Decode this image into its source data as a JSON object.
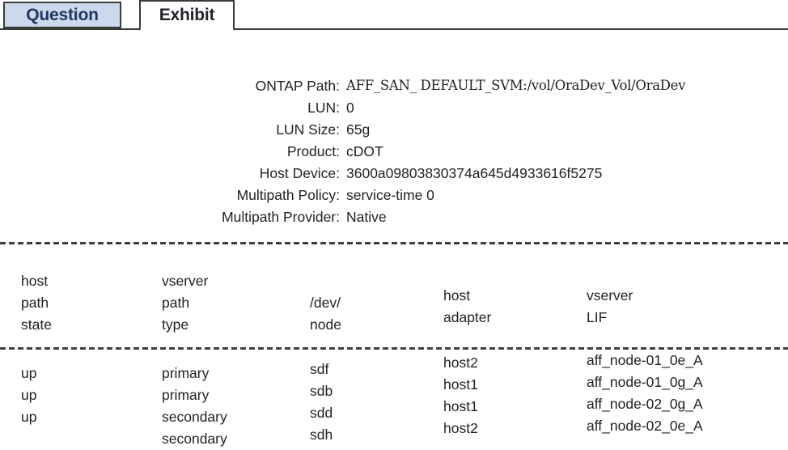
{
  "tabs": [
    {
      "label": "Question",
      "active": false
    },
    {
      "label": "Exhibit",
      "active": true
    }
  ],
  "details": [
    {
      "label": "ONTAP Path:",
      "value": "AFF_SAN_ DEFAULT_SVM:/vol/OraDev_Vol/OraDev",
      "mono": true
    },
    {
      "label": "LUN:",
      "value": "0",
      "mono": false
    },
    {
      "label": "LUN Size:",
      "value": "65g",
      "mono": false
    },
    {
      "label": "Product:",
      "value": "cDOT",
      "mono": false
    },
    {
      "label": "Host Device:",
      "value": "3600a09803830374a645d4933616f5275",
      "mono": false
    },
    {
      "label": "Multipath Policy:",
      "value": "service-time 0",
      "mono": false
    },
    {
      "label": "Multipath Provider:",
      "value": "Native",
      "mono": false
    }
  ],
  "table": {
    "headers": [
      {
        "lines": [
          "host",
          "path",
          "state"
        ]
      },
      {
        "lines": [
          "vserver",
          "path",
          "type"
        ]
      },
      {
        "lines": [
          "/dev/",
          "node"
        ]
      },
      {
        "lines": [
          "host",
          "adapter"
        ]
      },
      {
        "lines": [
          "vserver",
          "LIF"
        ]
      }
    ],
    "columns": [
      {
        "name": "host-path-state",
        "values": [
          "up",
          "up",
          "up"
        ]
      },
      {
        "name": "vserver-path-type",
        "values": [
          "primary",
          "primary",
          "secondary",
          "secondary"
        ]
      },
      {
        "name": "dev-node",
        "values": [
          "sdf",
          "sdb",
          "sdd",
          "sdh"
        ]
      },
      {
        "name": "host-adapter",
        "values": [
          "host2",
          "host1",
          "host1",
          "host2"
        ]
      },
      {
        "name": "vserver-lif",
        "values": [
          "aff_node-01_0e_A",
          "aff_node-01_0g_A",
          "aff_node-02_0g_A",
          "aff_node-02_0e_A"
        ]
      }
    ]
  },
  "colors": {
    "tab_inactive_bg": "#ccd9ea",
    "tab_inactive_text": "#1f3864",
    "tab_border": "#3a3a3a",
    "body_text": "#231f20",
    "page_bg": "#ffffff"
  }
}
